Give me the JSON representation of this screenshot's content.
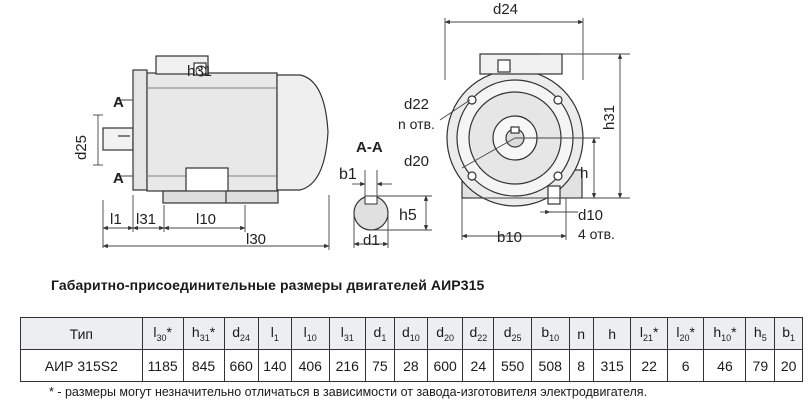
{
  "drawing": {
    "side_view": {
      "d25": "d25",
      "l1": "l1",
      "l31": "l31",
      "l10": "l10",
      "l30": "l30",
      "h31": "h31",
      "sectionA": "A"
    },
    "section": {
      "title": "A-A",
      "b1": "b1",
      "h5": "h5",
      "d1": "d1"
    },
    "front_view": {
      "d24": "d24",
      "d22": "d22",
      "n_holes": "n отв.",
      "d20": "d20",
      "h31": "h31",
      "h": "h",
      "d10": "d10",
      "holes4": "4 отв.",
      "b10": "b10"
    }
  },
  "heading": "Габаритно-присоединительные размеры двигателей АИР315",
  "table": {
    "headers": [
      {
        "base": "Тип",
        "sub": "",
        "star": ""
      },
      {
        "base": "l",
        "sub": "30",
        "star": "*"
      },
      {
        "base": "h",
        "sub": "31",
        "star": "*"
      },
      {
        "base": "d",
        "sub": "24",
        "star": ""
      },
      {
        "base": "l",
        "sub": "1",
        "star": ""
      },
      {
        "base": "l",
        "sub": "10",
        "star": ""
      },
      {
        "base": "l",
        "sub": "31",
        "star": ""
      },
      {
        "base": "d",
        "sub": "1",
        "star": ""
      },
      {
        "base": "d",
        "sub": "10",
        "star": ""
      },
      {
        "base": "d",
        "sub": "20",
        "star": ""
      },
      {
        "base": "d",
        "sub": "22",
        "star": ""
      },
      {
        "base": "d",
        "sub": "25",
        "star": ""
      },
      {
        "base": "b",
        "sub": "10",
        "star": ""
      },
      {
        "base": "n",
        "sub": "",
        "star": ""
      },
      {
        "base": "h",
        "sub": "",
        "star": ""
      },
      {
        "base": "l",
        "sub": "21",
        "star": "*"
      },
      {
        "base": "l",
        "sub": "20",
        "star": "*"
      },
      {
        "base": "h",
        "sub": "10",
        "star": "*"
      },
      {
        "base": "h",
        "sub": "5",
        "star": ""
      },
      {
        "base": "b",
        "sub": "1",
        "star": ""
      }
    ],
    "rows": [
      [
        "АИР 315S2",
        "1185",
        "845",
        "660",
        "140",
        "406",
        "216",
        "75",
        "28",
        "600",
        "24",
        "550",
        "508",
        "8",
        "315",
        "22",
        "6",
        "46",
        "79",
        "20"
      ]
    ]
  },
  "footnote": "* - размеры могут незначительно отличаться в зависимости от завода-изготовителя  электродвигателя."
}
